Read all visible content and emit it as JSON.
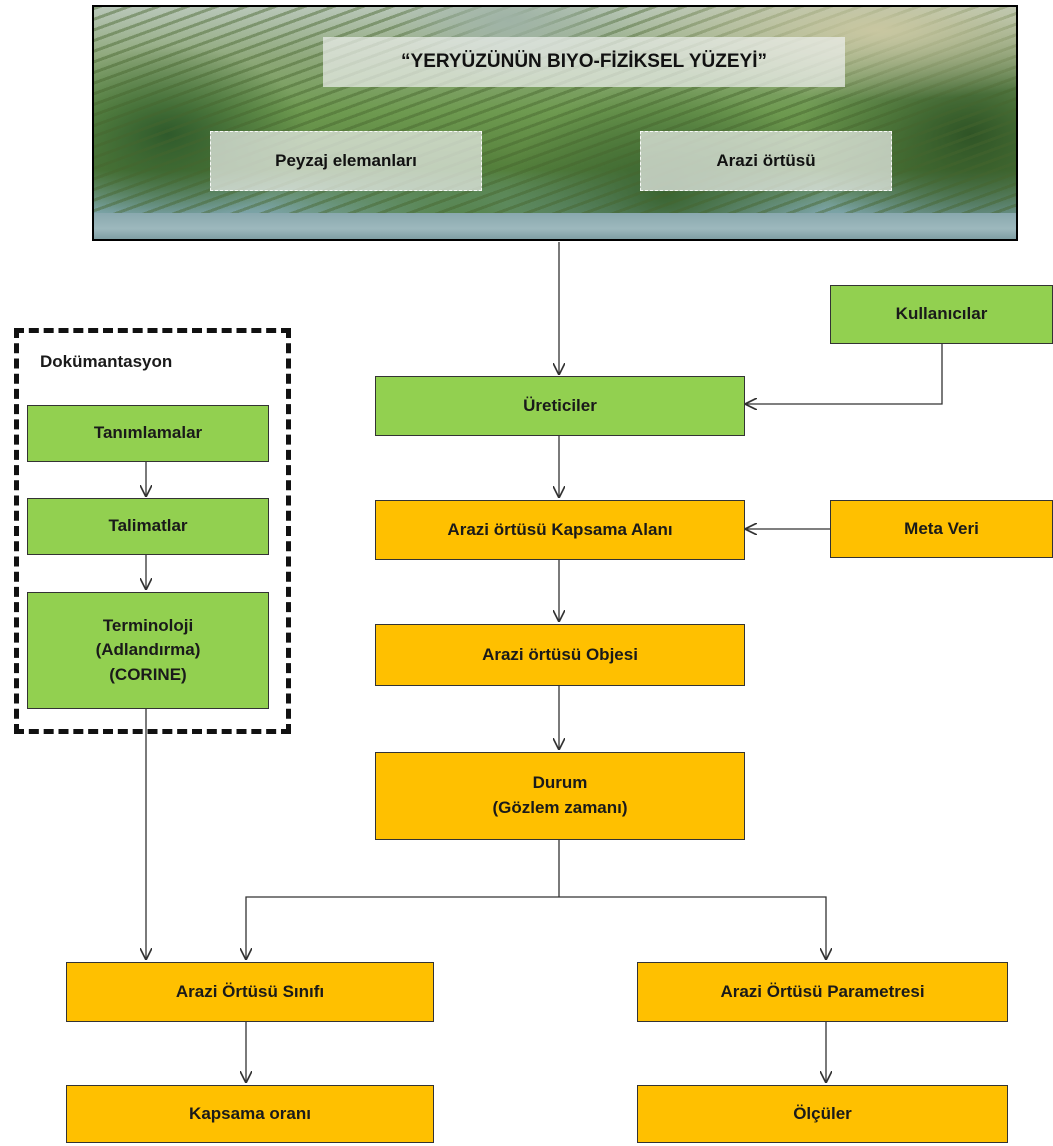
{
  "header": {
    "title": "“YERYÜZÜNÜN BIYO-FİZİKSEL YÜZEYİ”",
    "left_label": "Peyzaj elemanları",
    "right_label": "Arazi örtüsü"
  },
  "documentation": {
    "title": "Dokümantasyon",
    "items": [
      "Tanımlamalar",
      "Talimatlar",
      "Terminoloji\n(Adlandırma)\n(CORINE)"
    ]
  },
  "flow": {
    "users": "Kullanıcılar",
    "producers": "Üreticiler",
    "coverage_area": "Arazi örtüsü Kapsama Alanı",
    "metadata": "Meta Veri",
    "object": "Arazi örtüsü Objesi",
    "state": "Durum\n(Gözlem zamanı)",
    "class": "Arazi Örtüsü Sınıfı",
    "parameter": "Arazi Örtüsü Parametresi",
    "coverage_ratio": "Kapsama oranı",
    "measures": "Ölçüler"
  },
  "colors": {
    "green": "#92d050",
    "yellow": "#ffc000",
    "line": "#333333"
  }
}
